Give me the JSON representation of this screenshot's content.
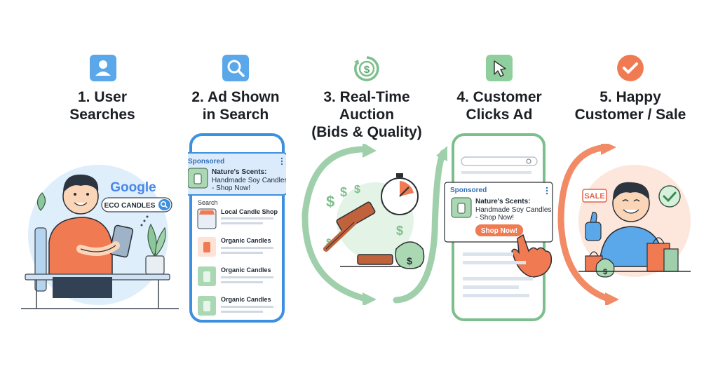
{
  "steps": [
    {
      "title": "1. User\nSearches",
      "icon": "user-icon"
    },
    {
      "title": "2. Ad Shown\nin Search",
      "icon": "search-icon"
    },
    {
      "title": "3. Real-Time\nAuction\n(Bids & Quality)",
      "icon": "dollar-cycle-icon"
    },
    {
      "title": "4. Customer\nClicks Ad",
      "icon": "cursor-icon"
    },
    {
      "title": "5. Happy\nCustomer / Sale",
      "icon": "checkmark-icon"
    }
  ],
  "scene1": {
    "brand": "Google",
    "query": "ECO CANDLES"
  },
  "phone2": {
    "sponsored": "Sponsored",
    "ad_line1": "Nature's Scents:",
    "ad_line2": "Handmade Soy Candles",
    "ad_line3": "- Shop Now!",
    "section": "Search",
    "results": [
      "Local Candle Shop",
      "Organic Candles",
      "Organic Candles",
      "Organic Candles"
    ]
  },
  "phone4": {
    "sponsored": "Sponsored",
    "ad_line1": "Nature's Scents:",
    "ad_line2": "Handmade Soy Candles",
    "ad_line3": "- Shop Now!",
    "button": "Shop Now!"
  },
  "scene5": {
    "sale_tag": "SALE"
  },
  "colors": {
    "blue": "#3d8fe0",
    "light_blue": "#dcebfb",
    "green": "#8bc79a",
    "orange": "#f07850",
    "red_accent": "#e2624a"
  }
}
